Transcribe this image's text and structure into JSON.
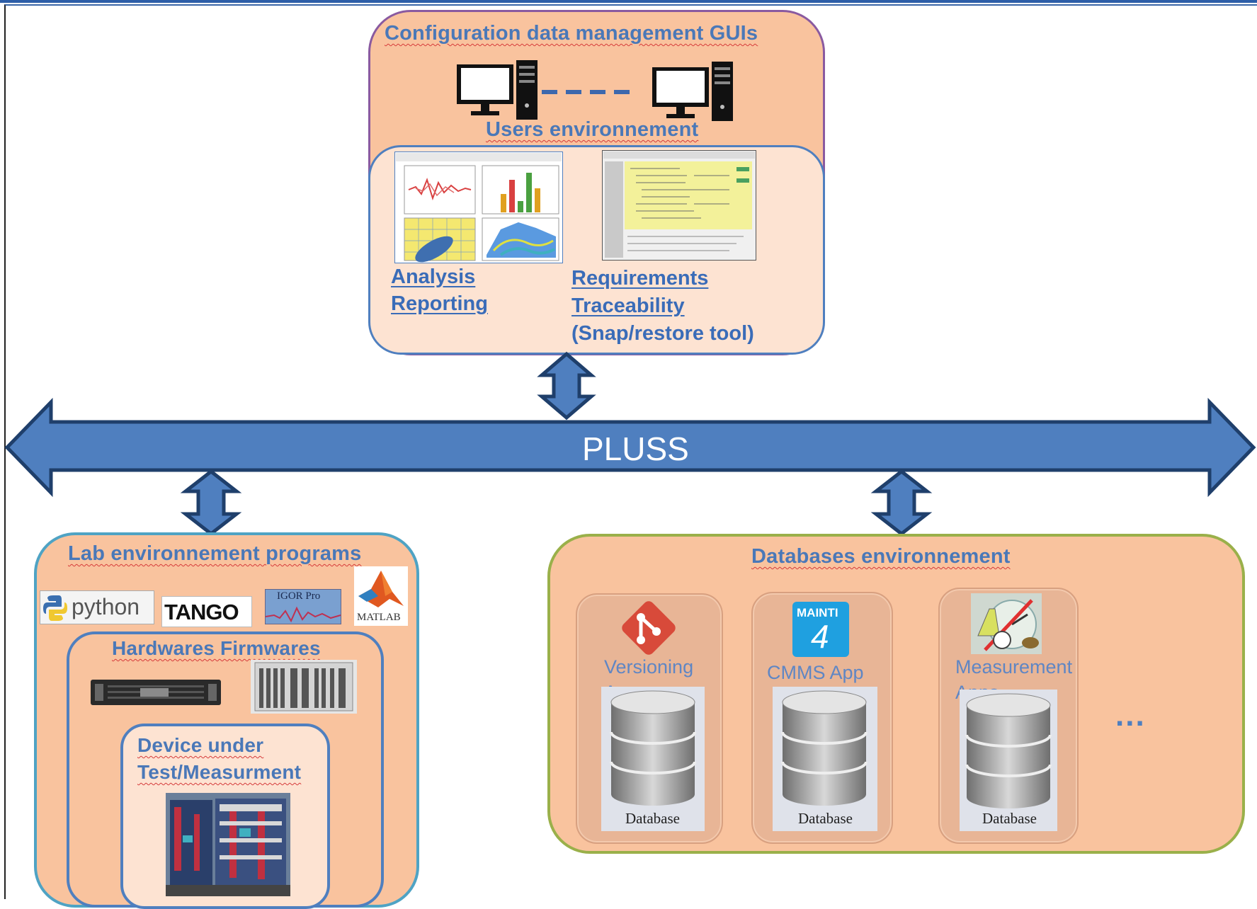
{
  "config_gui": {
    "title": "Configuration data management GUIs",
    "users_env": "Users environnement",
    "analysis_line1": "Analysis",
    "analysis_line2": "Reporting",
    "req_line1": "Requirements",
    "req_line2": "Traceability",
    "req_line3": "(Snap/restore tool)"
  },
  "bus": {
    "label": "PLUSS"
  },
  "lab": {
    "title": "Lab environnement programs",
    "logos": {
      "python": "python",
      "tango": "TANGO",
      "igor": "IGOR Pro",
      "matlab": "MATLAB"
    },
    "hw_title": "Hardwares Firmwares",
    "dut_line1": "Device under",
    "dut_line2": "Test/Measurment"
  },
  "db": {
    "title": "Databases environnement",
    "items": [
      {
        "label_line1": "Versioning",
        "label_line2": "Apps",
        "db_label": "Database",
        "icon": "git-icon"
      },
      {
        "label_line1": "CMMS App",
        "label_line2": "",
        "db_label": "Database",
        "icon": "mainti4-icon",
        "icon_text1": "MAINTI",
        "icon_text2": "4"
      },
      {
        "label_line1": "Measurement",
        "label_line2": "Apps",
        "db_label": "Database",
        "icon": "measurement-icon"
      }
    ],
    "ellipsis": "..."
  },
  "colors": {
    "orange": "#f9c39e",
    "inner_orange": "#fde3d2",
    "blue": "#4f7fbf",
    "dark_blue": "#1f3f6b",
    "title_blue": "#4a78b8",
    "purple_border": "#8a5aa0",
    "green_border": "#9ab04a",
    "teal_border": "#4fa3c4"
  }
}
